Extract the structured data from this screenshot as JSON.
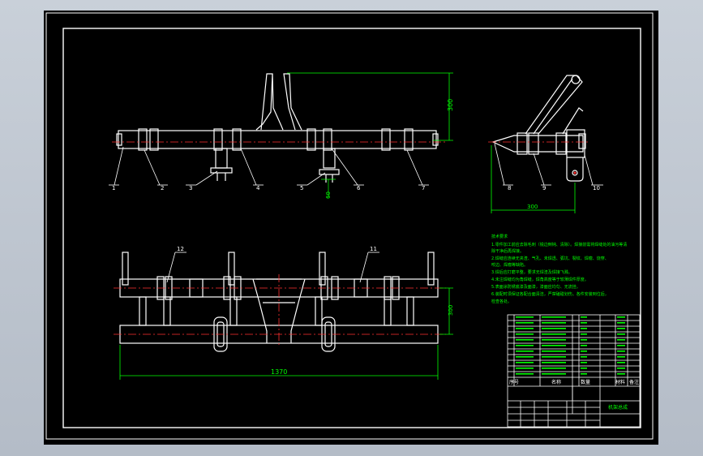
{
  "dimensions": {
    "front_height": "300",
    "side_width": "300",
    "lower_depth": "300",
    "overall_length": "1370",
    "clamp_height": "60"
  },
  "part_numbers": [
    "1",
    "2",
    "3",
    "4",
    "5",
    "6",
    "7",
    "8",
    "9",
    "10",
    "11",
    "12"
  ],
  "tech_notes": {
    "title": "技术要求",
    "lines": [
      "1.零件加工前应去除毛刺（锐边倒钝、清除）。焊接前需将焊缝处的油污等清",
      "除干净后再焊接。",
      "2.焊缝应连续无夹渣、气孔、未焊透、弧坑、裂纹、焊瘤、烧穿、",
      "咬边、焊瘤等缺陷。",
      "3.焊后应打磨平整，要求无焊渣及焊接飞溅。",
      "4.未注焊缝均为角焊缝，焊角高度等于较薄焊件厚度。",
      "5.表面涂防锈底漆及面漆，漆面应均匀、无流挂。",
      "6.装配时须保证各配合面清洁，严禁磕碰划伤。各件安装到位后，",
      "检查各处。"
    ]
  },
  "title_block": {
    "header_cells": [
      "序号",
      "名称",
      "数量",
      "材料",
      "备注"
    ],
    "drawing_title": "机架总成"
  },
  "colors": {
    "background": "#000000",
    "outline": "#ffffff",
    "centerline": "#ff3030",
    "dimension": "#00ff00",
    "text_highlight": "#ffff00"
  }
}
